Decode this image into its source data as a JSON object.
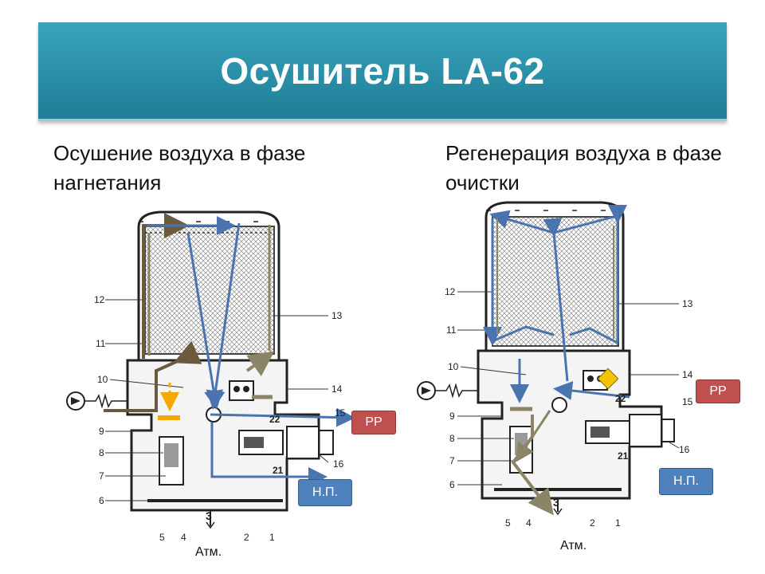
{
  "title": "Осушитель  LA-62",
  "left_panel": {
    "caption": "Осушение воздуха в фазе нагнетания",
    "numbers": [
      "12",
      "11",
      "10",
      "9",
      "8",
      "7",
      "6",
      "13",
      "14",
      "15",
      "16",
      "21",
      "22",
      "5",
      "4",
      "3",
      "2",
      "1"
    ],
    "pp_label": "РР",
    "np_label": "Н.П.",
    "atm_label": "Атм."
  },
  "right_panel": {
    "caption": "Регенерация воздуха в фазе очистки",
    "numbers": [
      "12",
      "11",
      "10",
      "9",
      "8",
      "7",
      "6",
      "13",
      "14",
      "15",
      "16",
      "21",
      "22",
      "5",
      "4",
      "3",
      "2",
      "1"
    ],
    "pp_label": "РР",
    "np_label": "Н.П.",
    "atm_label": "Атм."
  },
  "colors": {
    "title_bar": "#2a8fa8",
    "flow_blue": "#4a74b0",
    "flow_brown": "#6b5a3e",
    "flow_olive": "#8b8465",
    "flow_yellow": "#f5a800",
    "pp": "#c0504d",
    "np": "#4f81bd"
  }
}
